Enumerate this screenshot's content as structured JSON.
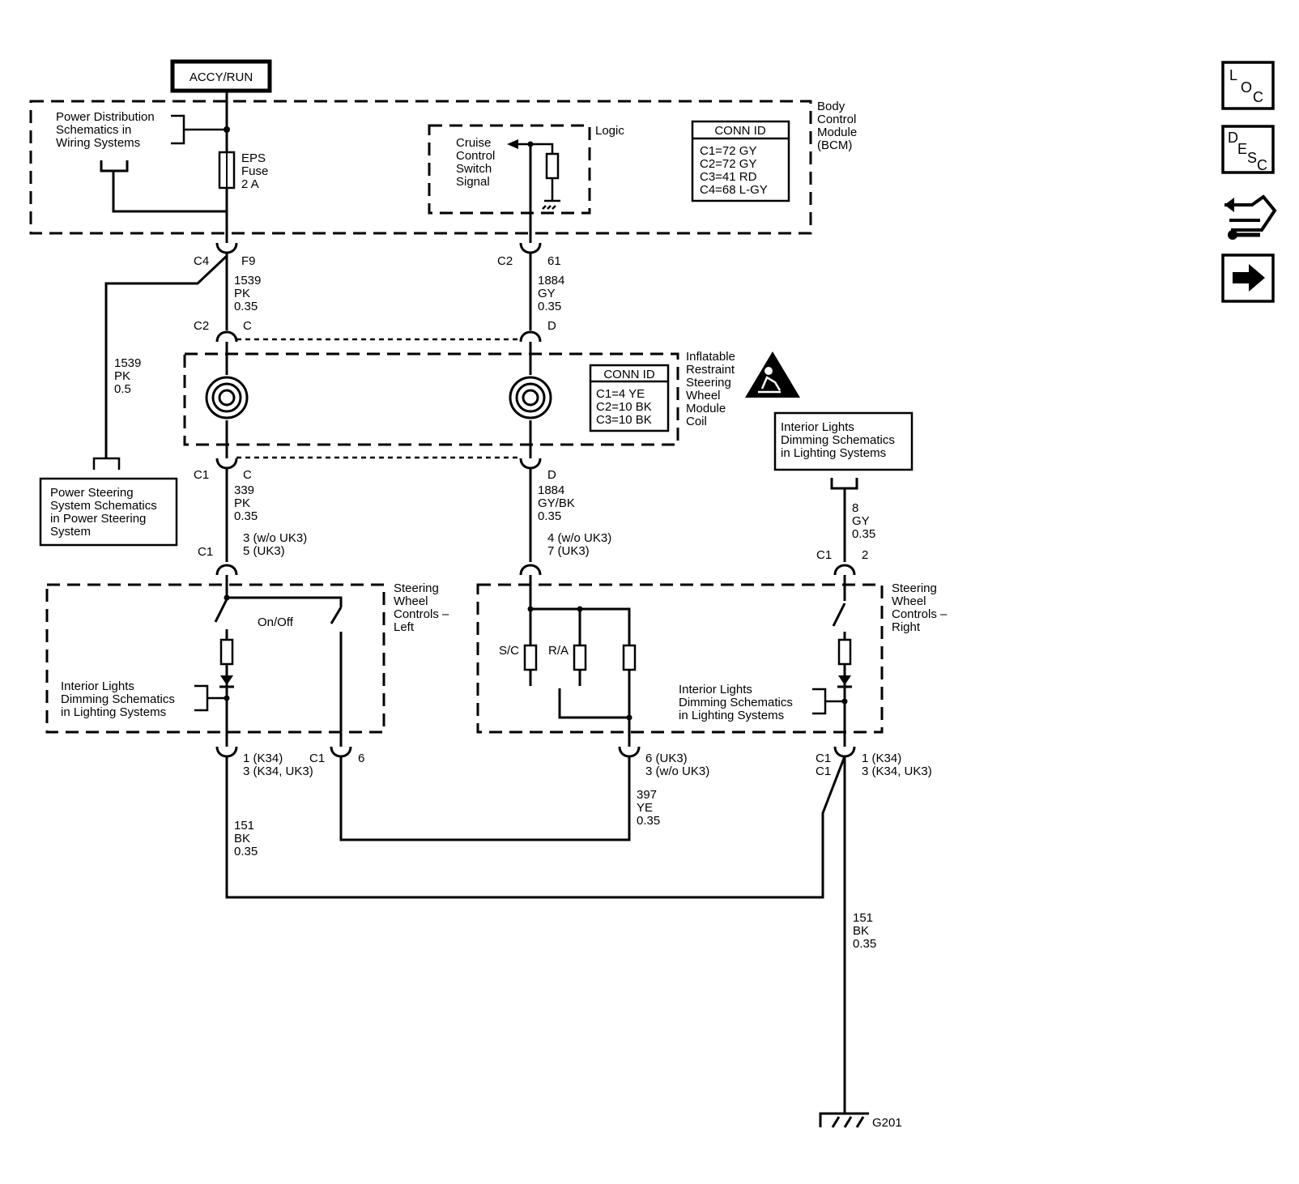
{
  "power_source": "ACCY/RUN",
  "bcm": {
    "name_lines": [
      "Body",
      "Control",
      "Module",
      "(BCM)"
    ],
    "power_dist_lines": [
      "Power Distribution",
      "Schematics in",
      "Wiring Systems"
    ],
    "fuse_lines": [
      "EPS",
      "Fuse",
      "2 A"
    ],
    "logic_label": "Logic",
    "cruise_lines": [
      "Cruise",
      "Control",
      "Switch",
      "Signal"
    ],
    "conn_id_title": "CONN ID",
    "conn_ids": [
      "C1=72 GY",
      "C2=72 GY",
      "C3=41 RD",
      "C4=68 L-GY"
    ]
  },
  "bcm_pins": {
    "left_conn": "C4",
    "left_pin": "F9",
    "right_conn": "C2",
    "right_pin": "61"
  },
  "wires": {
    "w1539_pk_035": [
      "1539",
      "PK",
      "0.35"
    ],
    "w1884_gy_035": [
      "1884",
      "GY",
      "0.35"
    ],
    "w1539_pk_05": [
      "1539",
      "PK",
      "0.5"
    ],
    "w339_pk_035": [
      "339",
      "PK",
      "0.35"
    ],
    "w1884_gybk_035": [
      "1884",
      "GY/BK",
      "0.35"
    ],
    "w8_gy_035": [
      "8",
      "GY",
      "0.35"
    ],
    "w397_ye_035": [
      "397",
      "YE",
      "0.35"
    ],
    "w151_bk_left": [
      "151",
      "BK",
      "0.35"
    ],
    "w151_bk_ground": [
      "151",
      "BK",
      "0.35"
    ]
  },
  "coil": {
    "name_lines": [
      "Inflatable",
      "Restraint",
      "Steering",
      "Wheel",
      "Module",
      "Coil"
    ],
    "top_conn": "C2",
    "top_pin_left": "C",
    "top_pin_right": "D",
    "bottom_conn": "C1",
    "bottom_pin_left": "C",
    "bottom_pin_right": "D",
    "conn_id_title": "CONN ID",
    "conn_ids": [
      "C1=4 YE",
      "C2=10 BK",
      "C3=10 BK"
    ]
  },
  "power_steering_lines": [
    "Power Steering",
    "System Schematics",
    "in Power Steering",
    "System"
  ],
  "interior_lights_top_lines": [
    "Interior Lights",
    "Dimming Schematics",
    "in Lighting Systems"
  ],
  "swc_left": {
    "name_lines": [
      "Steering",
      "Wheel",
      "Controls –",
      "Left"
    ],
    "in_conn": "C1",
    "in_pin_lines": [
      "3 (w/o UK3)",
      "5 (UK3)"
    ],
    "switch_label": "On/Off",
    "lights_lines": [
      "Interior Lights",
      "Dimming Schematics",
      "in Lighting Systems"
    ],
    "out_pin_lines": [
      "1 (K34)",
      "3 (K34, UK3)"
    ],
    "out_conn2": "C1",
    "out_pin2": "6"
  },
  "swc_center": {
    "in_pin_lines": [
      "4 (w/o UK3)",
      "7 (UK3)"
    ],
    "sc_label": "S/C",
    "ra_label": "R/A",
    "out_pin_lines": [
      "6 (UK3)",
      "3 (w/o UK3)"
    ]
  },
  "swc_right": {
    "name_lines": [
      "Steering",
      "Wheel",
      "Controls –",
      "Right"
    ],
    "in_conn": "C1",
    "in_pin": "2",
    "lights_lines": [
      "Interior Lights",
      "Dimming Schematics",
      "in Lighting Systems"
    ],
    "out_conn_lines": [
      "C1",
      "C1"
    ],
    "out_pin_lines": [
      "1 (K34)",
      "3 (K34, UK3)"
    ]
  },
  "ground_label": "G201",
  "nav": {
    "loc": [
      "L",
      "O",
      "C"
    ],
    "desc": [
      "D",
      "E",
      "S",
      "C"
    ]
  }
}
